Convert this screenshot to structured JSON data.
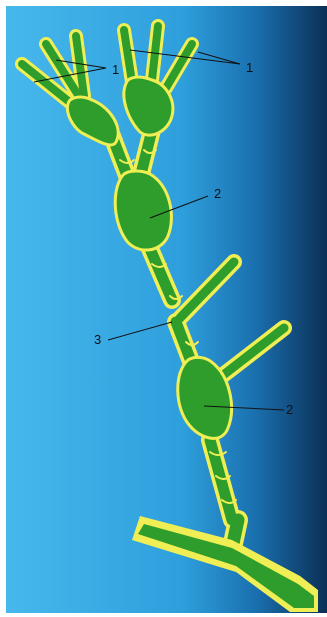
{
  "diagram": {
    "labels": {
      "l1a": "1",
      "l1b": "1",
      "l2a": "2",
      "l2b": "2",
      "l3": "3"
    }
  },
  "colors": {
    "background_light": "#3fb0e6",
    "background_dark": "#0d3b66",
    "vessel_fill": "#2fa32c",
    "vessel_outline": "#f2f25a"
  }
}
